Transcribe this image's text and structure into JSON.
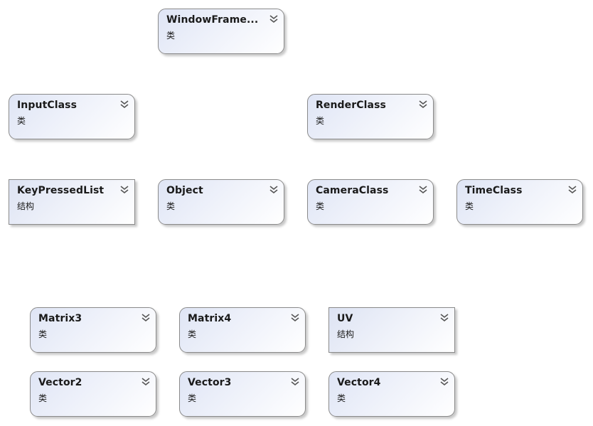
{
  "diagram": {
    "shapes": [
      {
        "id": "window-frame",
        "name": "WindowFrame...",
        "kind": "类",
        "style": "class"
      },
      {
        "id": "input-class",
        "name": "InputClass",
        "kind": "类",
        "style": "class"
      },
      {
        "id": "render-class",
        "name": "RenderClass",
        "kind": "类",
        "style": "class"
      },
      {
        "id": "key-pressed-list",
        "name": "KeyPressedList",
        "kind": "结构",
        "style": "struct"
      },
      {
        "id": "object",
        "name": "Object",
        "kind": "类",
        "style": "class"
      },
      {
        "id": "camera-class",
        "name": "CameraClass",
        "kind": "类",
        "style": "class"
      },
      {
        "id": "time-class",
        "name": "TimeClass",
        "kind": "类",
        "style": "class"
      },
      {
        "id": "matrix3",
        "name": "Matrix3",
        "kind": "类",
        "style": "class"
      },
      {
        "id": "matrix4",
        "name": "Matrix4",
        "kind": "类",
        "style": "class"
      },
      {
        "id": "uv",
        "name": "UV",
        "kind": "结构",
        "style": "struct"
      },
      {
        "id": "vector2",
        "name": "Vector2",
        "kind": "类",
        "style": "class"
      },
      {
        "id": "vector3",
        "name": "Vector3",
        "kind": "类",
        "style": "class"
      },
      {
        "id": "vector4",
        "name": "Vector4",
        "kind": "类",
        "style": "class"
      }
    ],
    "toggle_icon": "double-chevron-down-icon",
    "colors": {
      "gradient_start": "#dfe5f5",
      "gradient_end": "#ffffff",
      "border": "#8a8a8a",
      "text": "#1a1a1a"
    }
  }
}
